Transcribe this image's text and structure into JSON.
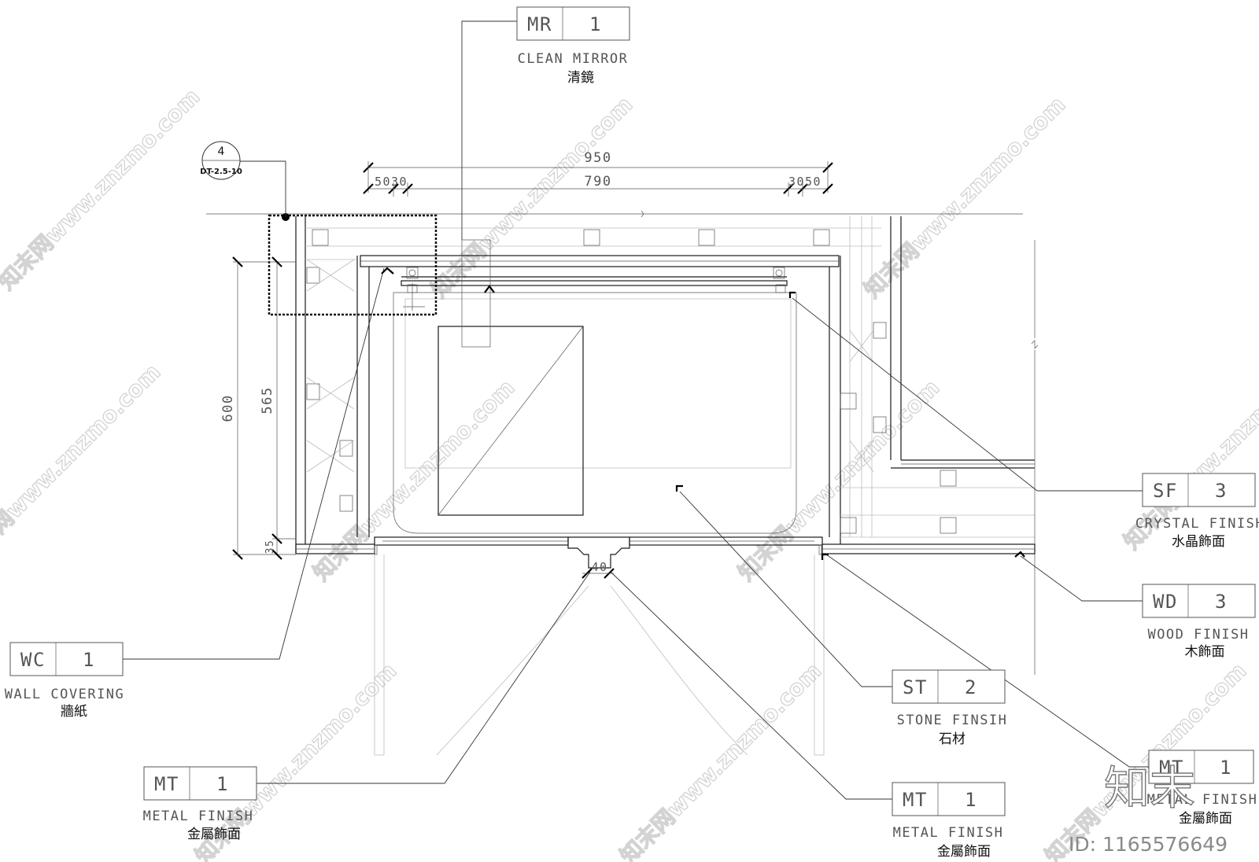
{
  "dimensions": {
    "overall_width": "950",
    "inner_width": "790",
    "left_offset": "5030",
    "right_offset": "3050",
    "height_total": "600",
    "height_inner": "565",
    "height_bottom": "35",
    "door_gap": "40"
  },
  "section_marker": {
    "number": "4",
    "reference": "DT-2.5-10"
  },
  "tags": [
    {
      "id": "mr",
      "code": "MR",
      "num": "1",
      "label_en": "CLEAN MIRROR",
      "label_cn": "清鏡"
    },
    {
      "id": "sf",
      "code": "SF",
      "num": "3",
      "label_en": "CRYSTAL FINISH",
      "label_cn": "水晶飾面"
    },
    {
      "id": "wd",
      "code": "WD",
      "num": "3",
      "label_en": "WOOD FINISH",
      "label_cn": "木飾面"
    },
    {
      "id": "st",
      "code": "ST",
      "num": "2",
      "label_en": "STONE FINSIH",
      "label_cn": "石材"
    },
    {
      "id": "wc",
      "code": "WC",
      "num": "1",
      "label_en": "WALL COVERING",
      "label_cn": "牆紙"
    },
    {
      "id": "mt1",
      "code": "MT",
      "num": "1",
      "label_en": "METAL FINISH",
      "label_cn": "金屬飾面"
    },
    {
      "id": "mt2",
      "code": "MT",
      "num": "1",
      "label_en": "METAL FINISH",
      "label_cn": "金屬飾面"
    },
    {
      "id": "mt3",
      "code": "MT",
      "num": "1",
      "label_en": "METAL FINISH",
      "label_cn": "金屬飾面"
    }
  ],
  "watermark": {
    "site": "知末网www.znzmo.com",
    "logo": "知末",
    "id_text": "ID: 1165576649"
  }
}
